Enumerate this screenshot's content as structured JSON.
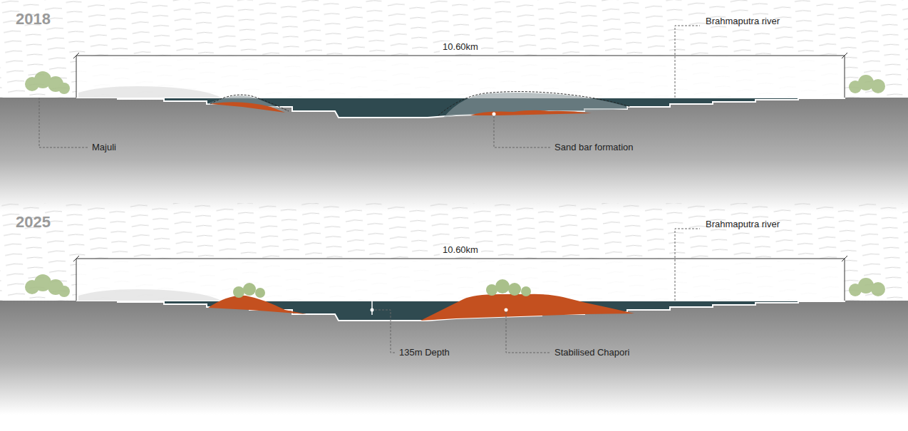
{
  "diagram": {
    "labels": [
      "2018",
      "10.60km",
      "Brahmaputra river",
      "Majuli",
      "Sand bar formation",
      "2025",
      "10.60km",
      "Brahmaputra river",
      "135m Depth",
      "Stabilised Chapori"
    ]
  }
}
